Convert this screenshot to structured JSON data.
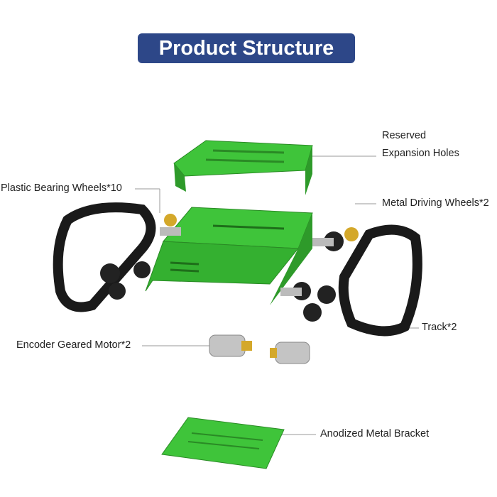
{
  "title": "Product Structure",
  "labels": {
    "expansion_line1": "Reserved",
    "expansion_line2": "Expansion Holes",
    "bearing_wheels": "Plastic Bearing Wheels*10",
    "driving_wheels": "Metal Driving Wheels*2",
    "motor": "Encoder Geared Motor*2",
    "track": "Track*2",
    "bracket": "Anodized Metal Bracket"
  },
  "colors": {
    "banner": "#2d4788",
    "chassis": "#3fc43a",
    "track": "#1a1a1a"
  }
}
